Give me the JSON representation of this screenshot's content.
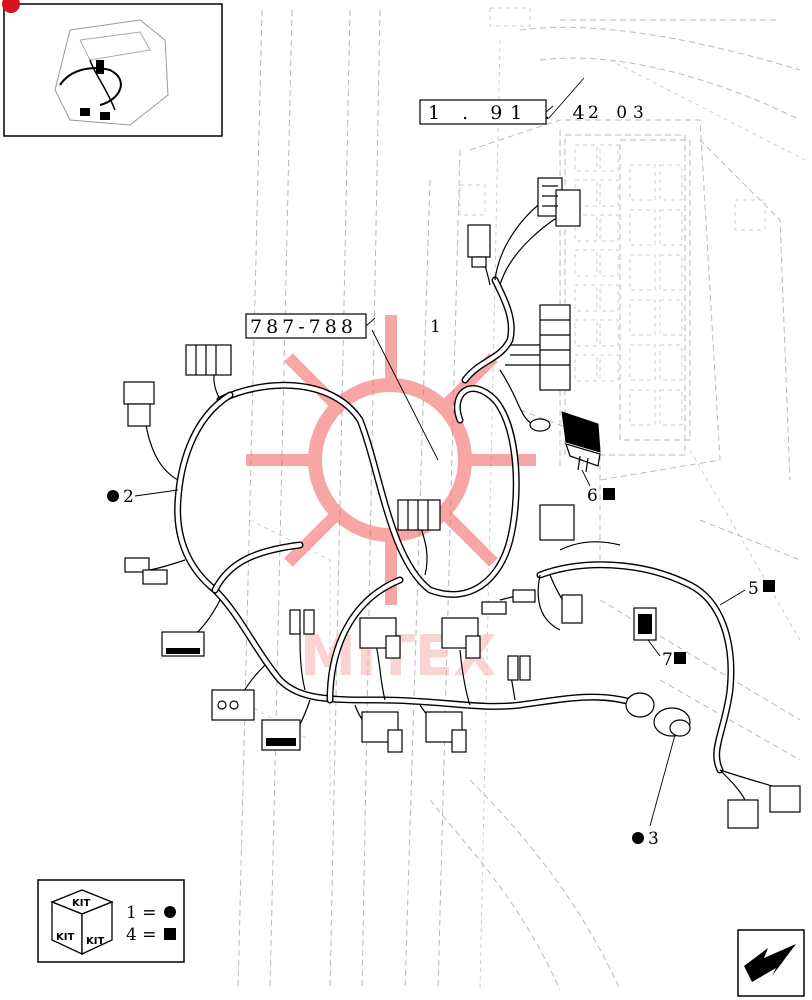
{
  "references": {
    "top_ref": "1 . 91 . 4",
    "top_ref_suffix": "2   03",
    "mid_ref": "787-788",
    "mid_ref_suffix": "1"
  },
  "callouts": [
    {
      "id": "c1",
      "text": "1"
    },
    {
      "id": "c2",
      "text": "2",
      "symbol": "circle"
    },
    {
      "id": "c3",
      "text": "3",
      "symbol": "circle"
    },
    {
      "id": "c5",
      "text": "5",
      "symbol": "square"
    },
    {
      "id": "c6",
      "text": "6",
      "symbol": "square"
    },
    {
      "id": "c7",
      "text": "7",
      "symbol": "square"
    }
  ],
  "kit_legend": {
    "kit_word": "KIT",
    "rows": [
      {
        "text": "1 =",
        "symbol": "circle"
      },
      {
        "text": "4 =",
        "symbol": "square"
      }
    ]
  },
  "watermark_text": "MITEX",
  "icons": {
    "thumbnail": "cab-thumbnail-icon",
    "kit": "kit-box-icon",
    "nav": "next-page-arrow-icon"
  },
  "colors": {
    "watermark": "#f25d5d",
    "line": "#000000",
    "ghost": "#b9b9b9"
  }
}
